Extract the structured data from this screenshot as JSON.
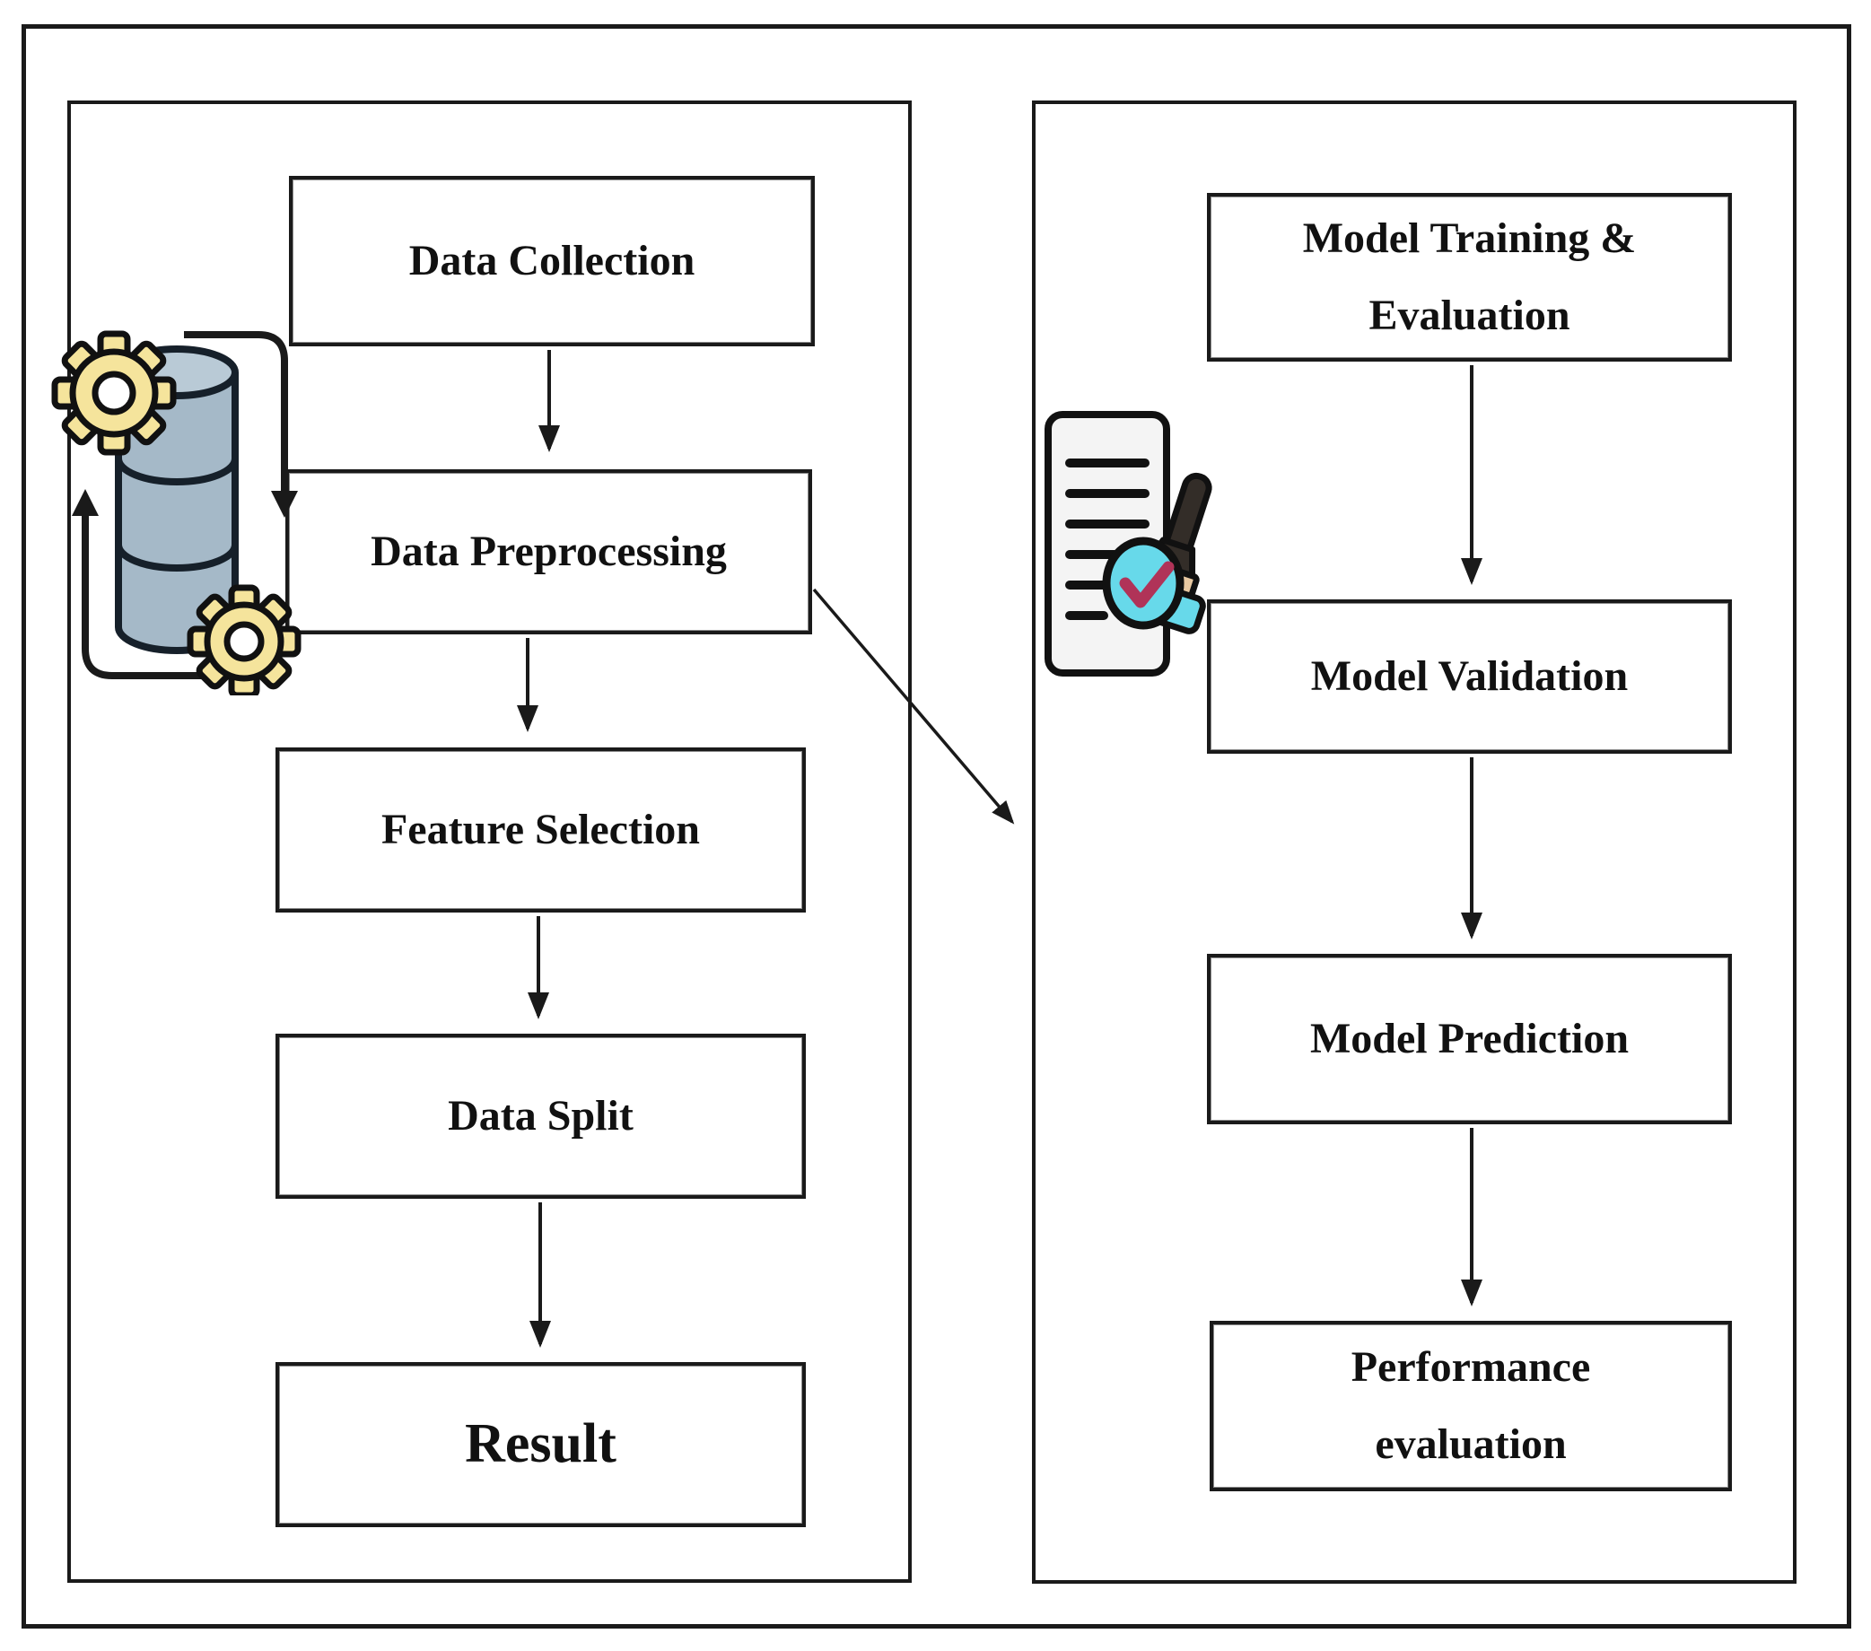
{
  "diagram": {
    "type": "flowchart",
    "panels": {
      "left": {
        "nodes": [
          {
            "id": "data-collection",
            "label": "Data Collection"
          },
          {
            "id": "data-preprocessing",
            "label": "Data Preprocessing"
          },
          {
            "id": "feature-selection",
            "label": "Feature Selection"
          },
          {
            "id": "data-split",
            "label": "Data Split"
          },
          {
            "id": "result",
            "label": "Result"
          }
        ]
      },
      "right": {
        "nodes": [
          {
            "id": "model-training-evaluation",
            "label": "Model Training &\nEvaluation"
          },
          {
            "id": "model-validation",
            "label": "Model Validation"
          },
          {
            "id": "model-prediction",
            "label": "Model Prediction"
          },
          {
            "id": "performance-evaluation",
            "label": "Performance\nevaluation"
          }
        ]
      }
    },
    "edges": [
      {
        "from": "data-collection",
        "to": "data-preprocessing"
      },
      {
        "from": "data-preprocessing",
        "to": "feature-selection"
      },
      {
        "from": "feature-selection",
        "to": "data-split"
      },
      {
        "from": "data-split",
        "to": "result"
      },
      {
        "from": "data-preprocessing",
        "to": "model-validation"
      },
      {
        "from": "model-training-evaluation",
        "to": "model-validation"
      },
      {
        "from": "model-validation",
        "to": "model-prediction"
      },
      {
        "from": "model-prediction",
        "to": "performance-evaluation"
      }
    ],
    "icons": [
      {
        "name": "database-processing-icon"
      },
      {
        "name": "document-validation-stamp-icon"
      }
    ],
    "colors": {
      "line": "#1a1a1a",
      "gear_yellow": "#f5e49c",
      "database_gray_blue": "#a5b9c8",
      "cyan": "#67d9ea",
      "check_red": "#b03358",
      "stamp_tan": "#e9c9a2",
      "stamp_handle": "#332d28",
      "document_fill": "#f4f4f4",
      "background": "#ffffff"
    }
  }
}
